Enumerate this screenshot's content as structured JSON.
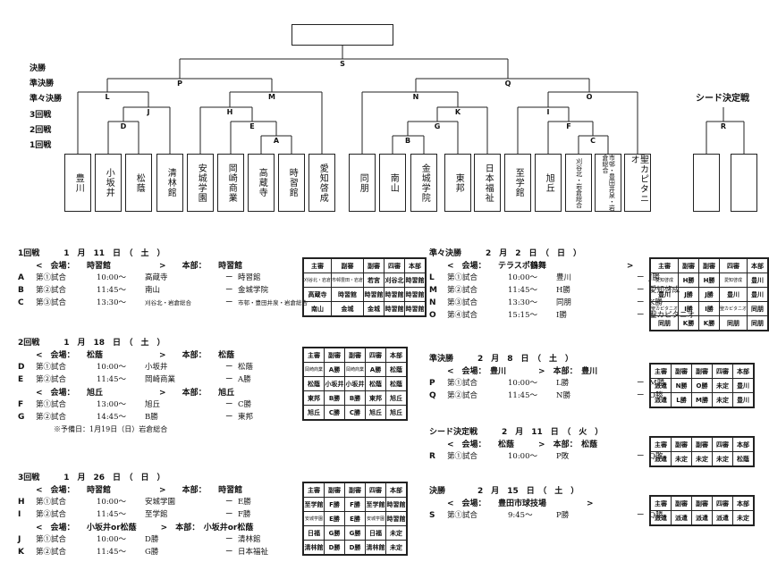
{
  "rounds": [
    "決勝",
    "準決勝",
    "準々決勝",
    "3回戦",
    "2回戦",
    "1回戦"
  ],
  "seed_title": "シード決定戦",
  "nodes": [
    "S",
    "P",
    "Q",
    "L",
    "M",
    "N",
    "O",
    "J",
    "H",
    "K",
    "I",
    "D",
    "E",
    "G",
    "F",
    "A",
    "B",
    "C",
    "R"
  ],
  "teams": [
    "豊川",
    "小坂井",
    "松蔭",
    "清林館",
    "安城学園",
    "岡崎商業",
    "高蔵寺",
    "時習館",
    "愛知啓成",
    "同朋",
    "南山",
    "金城学院",
    "東邦",
    "日本福祉",
    "至学館",
    "旭丘",
    "刈谷北・岩倉総合",
    "市邨・豊田井泉・岩倉総合",
    "聖カピタニオ"
  ],
  "ref_headers": [
    "主審",
    "副審",
    "副審",
    "四審",
    "本部"
  ],
  "left": [
    {
      "head": "1回戦　　　1　月　11　日　（　土　）",
      "venues": [
        {
          "label": "<　会場：　　時習館　　　　　　>　　本部：　　時習館",
          "rows": [
            {
              "letter": "A",
              "game": "第①試合",
              "time": "10:00～",
              "t1": "高蔵寺",
              "dash": "ー",
              "t2": "時習館"
            },
            {
              "letter": "B",
              "game": "第②試合",
              "time": "11:45～",
              "t1": "南山",
              "dash": "ー",
              "t2": "金城学院"
            },
            {
              "letter": "C",
              "game": "第③試合",
              "time": "13:30～",
              "t1": "刈谷北・岩倉総合",
              "dash": "ー",
              "t2": "市邨・豊田井泉・岩倉総合"
            }
          ]
        }
      ],
      "refs": [
        [
          "刈谷北・岩倉",
          "市邨豊田・岩倉",
          "若宮",
          "刈谷北",
          "時習館"
        ],
        [
          "高蔵寺",
          "時習館",
          "時習館",
          "時習館",
          "時習館"
        ],
        [
          "南山",
          "金城",
          "金城",
          "時習館",
          "時習館"
        ]
      ],
      "note": ""
    },
    {
      "head": "2回戦　　　1　月　18　日　（　土　）",
      "venues": [
        {
          "label": "<　会場：　　松蔭　　　　　　　>　　本部：　　松蔭",
          "rows": [
            {
              "letter": "D",
              "game": "第①試合",
              "time": "10:00～",
              "t1": "小坂井",
              "dash": "ー",
              "t2": "松蔭"
            },
            {
              "letter": "E",
              "game": "第②試合",
              "time": "11:45～",
              "t1": "岡崎商業",
              "dash": "ー",
              "t2": "A勝"
            }
          ]
        },
        {
          "label": "<　会場：　　旭丘　　　　　　　>　　本部：　　旭丘",
          "rows": [
            {
              "letter": "F",
              "game": "第①試合",
              "time": "13:00～",
              "t1": "旭丘",
              "dash": "ー",
              "t2": "C勝"
            },
            {
              "letter": "G",
              "game": "第②試合",
              "time": "14:45～",
              "t1": "B勝",
              "dash": "ー",
              "t2": "東邦"
            }
          ]
        }
      ],
      "refs": [
        [
          "岡崎商業",
          "A勝",
          "岡崎商業",
          "A勝",
          "松蔭"
        ],
        [
          "松蔭",
          "小坂井",
          "小坂井",
          "松蔭",
          "松蔭"
        ],
        [
          "東邦",
          "B勝",
          "B勝",
          "東邦",
          "旭丘"
        ],
        [
          "旭丘",
          "C勝",
          "C勝",
          "旭丘",
          "旭丘"
        ]
      ],
      "note": "※予備日：1月19日（日）岩倉総合"
    },
    {
      "head": "3回戦　　　1　月　26　日　（　日　）",
      "venues": [
        {
          "label": "<　会場：　　時習館　　　　　　>　　本部：　　時習館",
          "rows": [
            {
              "letter": "H",
              "game": "第①試合",
              "time": "10:00～",
              "t1": "安城学園",
              "dash": "ー",
              "t2": "E勝"
            },
            {
              "letter": "I",
              "game": "第②試合",
              "time": "11:45～",
              "t1": "至学館",
              "dash": "ー",
              "t2": "F勝"
            }
          ]
        },
        {
          "label": "<　会場：　　小坂井or松蔭　　　>　本部：　小坂井or松蔭",
          "rows": [
            {
              "letter": "J",
              "game": "第①試合",
              "time": "10:00～",
              "t1": "D勝",
              "dash": "ー",
              "t2": "清林館"
            },
            {
              "letter": "K",
              "game": "第②試合",
              "time": "11:45～",
              "t1": "G勝",
              "dash": "ー",
              "t2": "日本福祉"
            }
          ]
        }
      ],
      "refs": [
        [
          "至学館",
          "F勝",
          "F勝",
          "至学館",
          "時習館"
        ],
        [
          "安城学園",
          "E勝",
          "E勝",
          "安城学園",
          "時習館"
        ],
        [
          "日福",
          "G勝",
          "G勝",
          "日福",
          "未定"
        ],
        [
          "清林館",
          "D勝",
          "D勝",
          "清林館",
          "未定"
        ]
      ],
      "note": ""
    }
  ],
  "right": [
    {
      "head": "準々決勝　　　2　月　2　日　（　日　）",
      "venues": [
        {
          "label": "<　会場：　　テラスポ鶴舞　　　　　　　　　　>",
          "rows": [
            {
              "letter": "L",
              "game": "第①試合",
              "time": "10:00～",
              "t1": "豊川",
              "dash": "ー",
              "t2": "J勝"
            },
            {
              "letter": "M",
              "game": "第②試合",
              "time": "11:45～",
              "t1": "H勝",
              "dash": "ー",
              "t2": "愛知啓成"
            },
            {
              "letter": "N",
              "game": "第③試合",
              "time": "13:30～",
              "t1": "同朋",
              "dash": "ー",
              "t2": "K勝"
            },
            {
              "letter": "O",
              "game": "第④試合",
              "time": "15:15～",
              "t1": "I勝",
              "dash": "ー",
              "t2": "聖カピタニオ"
            }
          ]
        }
      ],
      "refs": [
        [
          "愛知啓成",
          "H勝",
          "H勝",
          "愛知啓成",
          "豊川"
        ],
        [
          "豊川",
          "J勝",
          "J勝",
          "豊川",
          "豊川"
        ],
        [
          "聖カピタニオ",
          "I勝",
          "I勝",
          "聖カピタニオ",
          "同朋"
        ],
        [
          "同朋",
          "K勝",
          "K勝",
          "同朋",
          "同朋"
        ]
      ],
      "note": ""
    },
    {
      "head": "準決勝　　　2　月　8　日　（　土　）",
      "venues": [
        {
          "label": "<　会場：　豊川　　　　>　本部：　豊川",
          "rows": [
            {
              "letter": "P",
              "game": "第①試合",
              "time": "10:00～",
              "t1": "L勝",
              "dash": "ー",
              "t2": "M勝"
            },
            {
              "letter": "Q",
              "game": "第②試合",
              "time": "11:45～",
              "t1": "N勝",
              "dash": "ー",
              "t2": "O勝"
            }
          ]
        }
      ],
      "refs": [
        [
          "派遣",
          "N勝",
          "O勝",
          "未定",
          "豊川"
        ],
        [
          "派遣",
          "L勝",
          "M勝",
          "未定",
          "豊川"
        ]
      ],
      "note": ""
    },
    {
      "head": "シード決定戦　　　2　月　11　日　（　火　）",
      "venues": [
        {
          "label": "<　会場：　　松蔭　　　>　本部：　松蔭",
          "rows": [
            {
              "letter": "R",
              "game": "第①試合",
              "time": "10:00～",
              "t1": "P敗",
              "dash": "ー",
              "t2": "Q敗"
            }
          ]
        }
      ],
      "refs": [
        [
          "派遣",
          "未定",
          "未定",
          "未定",
          "松蔭"
        ]
      ],
      "note": ""
    },
    {
      "head": "決勝　　　　2　月　15　日　（　土　）",
      "venues": [
        {
          "label": "<　会場：　　豊田市球技場　　　　　>",
          "rows": [
            {
              "letter": "S",
              "game": "第①試合",
              "time": "9:45～",
              "t1": "P勝",
              "dash": "ー",
              "t2": "Q勝"
            }
          ]
        }
      ],
      "refs": [
        [
          "派遣",
          "派遣",
          "派遣",
          "派遣",
          "未定"
        ]
      ],
      "note": ""
    }
  ]
}
